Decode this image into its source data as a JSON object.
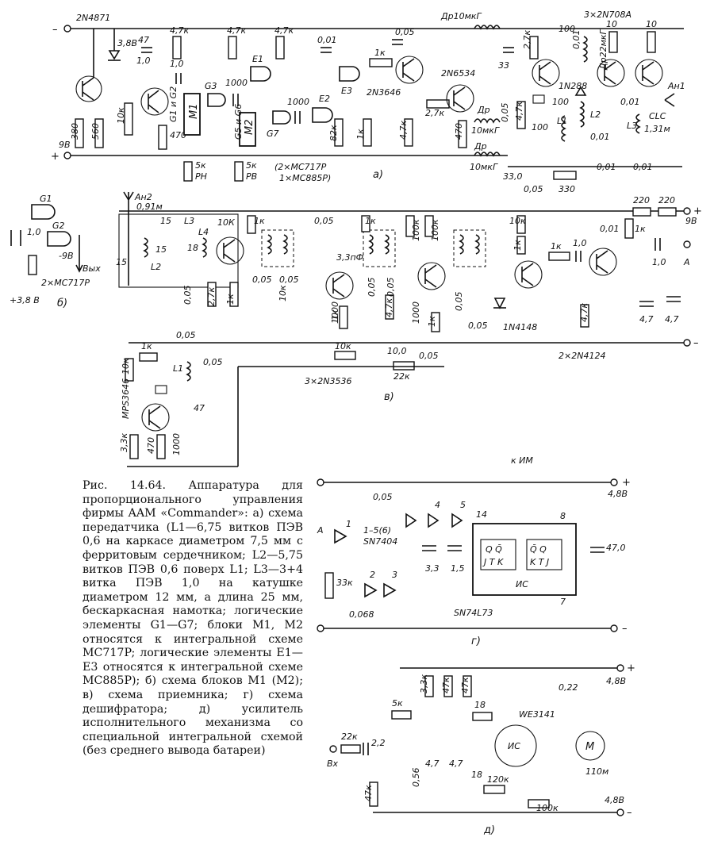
{
  "caption": "Рис. 14.64. Аппаратура для пропорционального управления фирмы AAM «Commander»: а) схема передатчика (L1—6,75 витков ПЭВ 0,6 на каркасе диаметром 7,5 мм с ферритовым сердечником; L2—5,75 витков ПЭВ 0,6 поверх L1; L3—3+4 витка ПЭВ 1,0 на катушке диаметром 12 мм, а длина 25 мм, бескаркасная намотка; логические элементы G1—G7; блоки M1, M2 относятся к интегральной схеме MC717P; логические элементы E1—E3 относятся к интегральной схеме MC885P); б) схема блоков M1 (M2); в) схема приемника; г) схема дешифратора; д) усилитель исполнительного механизма со специальной интегральной схемой (без среднего вывода батареи)",
  "panel_labels": {
    "a": "а)",
    "b": "б)",
    "v": "в)",
    "g": "г)",
    "d": "д)"
  },
  "tx": {
    "q1": "2N4871",
    "zener": "3,8В",
    "r380": "380",
    "supply": "9В",
    "r560": "560",
    "r10k": "10к",
    "c47": "47",
    "c1a": "1,0",
    "r47k": "4,7к",
    "c1b": "1,0",
    "r470": "470",
    "gates1": "G1 и G2",
    "m1": "М1",
    "m2": "М2",
    "gates2": "G5 и G6",
    "g3": "G3",
    "c1000a": "1000",
    "r27k": "4,7к",
    "r5kA": "5к",
    "rn": "РН",
    "r5kB": "5к",
    "rv": "РВ",
    "g7": "G7",
    "ic_note": "(2×МС717Р",
    "ic_note2": "1×МС885Р)",
    "e1": "Е1",
    "e2": "Е2",
    "e3": "Е3",
    "c1000b": "1000",
    "r47kb": "4,7к",
    "c001": "0,01",
    "r82k": "82к",
    "r1k": "1к",
    "q2": "2N3646",
    "r1kb": "1к",
    "c005": "0,05",
    "q3": "2N6534",
    "r27kb": "2,7к",
    "r47kc": "4,7к",
    "r470b": "470",
    "choke": "Др10мкГ",
    "choke2": "Др",
    "choke2v": "10мкГ",
    "choke3": "Др",
    "choke3v": "10мкГ",
    "c33": "33",
    "c005b": "0,05",
    "r47kd": "4,7к",
    "r27kc": "2,7к",
    "c100": "100",
    "d1": "1N288",
    "c100b": "100",
    "c001b": "0,01",
    "q4": "3×2N708A",
    "r100": "100",
    "c001c": "0,01",
    "dr22": "Др22мкГ",
    "r10": "10",
    "r10b": "10",
    "ant": "Ан1",
    "l1": "L1",
    "l2": "L2",
    "l3": "L3",
    "clc": "CLC",
    "clcv": "1,31м",
    "c001d": "0,01",
    "c001e": "0,01",
    "c330": "33,0",
    "c005c": "0,05",
    "r330": "330",
    "c001f": "0,01"
  },
  "blk": {
    "g1": "G1",
    "g2": "G2",
    "c1": "1,0",
    "v9": "-9В",
    "out": "Вых",
    "ic": "2×МС717Р",
    "v38": "+3,8 В"
  },
  "rx": {
    "ant": "Ан2",
    "antv": "0,91м",
    "c15a": "15",
    "c15b": "15",
    "c15c": "15",
    "l3": "L3",
    "l2": "L2",
    "c18": "18",
    "l4": "L4",
    "r10k": "10К",
    "r1k": "1к",
    "c005": "0,05",
    "c005b": "0,05",
    "c005c": "0,05",
    "r27k": "2,7к",
    "r1kb": "1к",
    "c005d": "0,05",
    "c005e": "0,05",
    "c1000": "1000",
    "r1kc": "1к",
    "c33p": "3,3пФ",
    "r1kd": "1к",
    "r100k": "100к",
    "r100kb": "100к",
    "r47k": "4,7к",
    "c005f": "0,05",
    "c1000b": "1000",
    "r1ke": "1к",
    "c005g": "0,05",
    "r10kb": "10к",
    "c005h": "0,05",
    "d1": "1N4148",
    "r10kc": "10к",
    "r1kf": "1к",
    "r1kg": "1к",
    "c10": "1,0",
    "r47kb": "4,7к",
    "c001": "0,01",
    "r220": "220",
    "r220b": "220",
    "supply": "9В",
    "c10b": "1,0",
    "out": "А",
    "c47a": "4,7",
    "c47b": "4,7",
    "r10kd": "10к",
    "c100": "10,0",
    "c005i": "0,05",
    "r22k": "22к",
    "q1": "3×2N3536",
    "q2": "2×2N4124",
    "r1kh": "1к",
    "c005j": "0,05",
    "l1": "L1",
    "c005k": "0,05",
    "r10ke": "10к",
    "xtal_tr": "MPS3646",
    "r33k": "3,3к",
    "c47": "47",
    "r470": "470",
    "c1000c": "1000"
  },
  "dec": {
    "to_im": "к ИМ",
    "v48": "4,8В",
    "c005": "0,05",
    "in": "А",
    "g1": "1",
    "g2": "2",
    "g3": "3",
    "g4": "4",
    "g5": "5",
    "pin14": "14",
    "pin8": "8",
    "pin7": "7",
    "chip": "1–5(6)",
    "chip2": "SN7404",
    "r33k": "33к",
    "c0068": "0,068",
    "c33": "3,3",
    "c15": "1,5",
    "ic": "ИС",
    "c470": "47,0",
    "ic2": "SN74L73",
    "ff1": "Q Q̄",
    "ff1b": "J T K",
    "ff2": "Q̄ Q",
    "ff2b": "K T J"
  },
  "amp": {
    "c022": "0,22",
    "v48a": "4,8В",
    "v48b": "4,8В",
    "ic": "WE3141",
    "chip": "ИС",
    "motor": "М",
    "motor_l": "110м",
    "r33k": "3,3к",
    "r47k": "47к",
    "r47kb": "47к",
    "r18": "18",
    "r18b": "18",
    "r5k": "5к",
    "r22k": "22к",
    "c22": "2,2",
    "in": "Вх",
    "r47kc": "47к",
    "c056": "0,56",
    "c47a": "4,7",
    "c47b": "4,7",
    "r120k": "120к",
    "r100k": "100к"
  }
}
